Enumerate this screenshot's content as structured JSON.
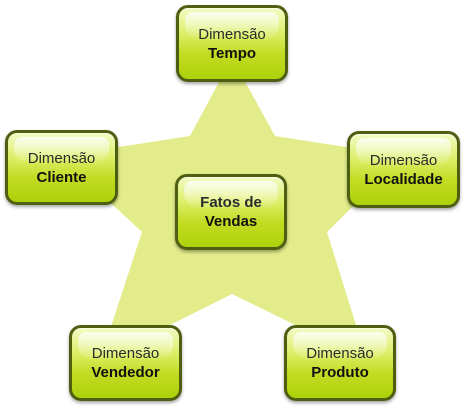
{
  "nodes": {
    "tempo": {
      "line1": "Dimensão",
      "line2": "Tempo"
    },
    "cliente": {
      "line1": "Dimensão",
      "line2": "Cliente"
    },
    "localidade": {
      "line1": "Dimensão",
      "line2": "Localidade"
    },
    "fatos": {
      "line1": "Fatos de",
      "line2": "Vendas"
    },
    "vendedor": {
      "line1": "Dimensão",
      "line2": "Vendedor"
    },
    "produto": {
      "line1": "Dimensão",
      "line2": "Produto"
    }
  },
  "colors": {
    "star_fill": "#e3ec8a",
    "node_border": "#4f5f12",
    "node_top": "#f4fbc4",
    "node_bottom": "#aed10b"
  }
}
